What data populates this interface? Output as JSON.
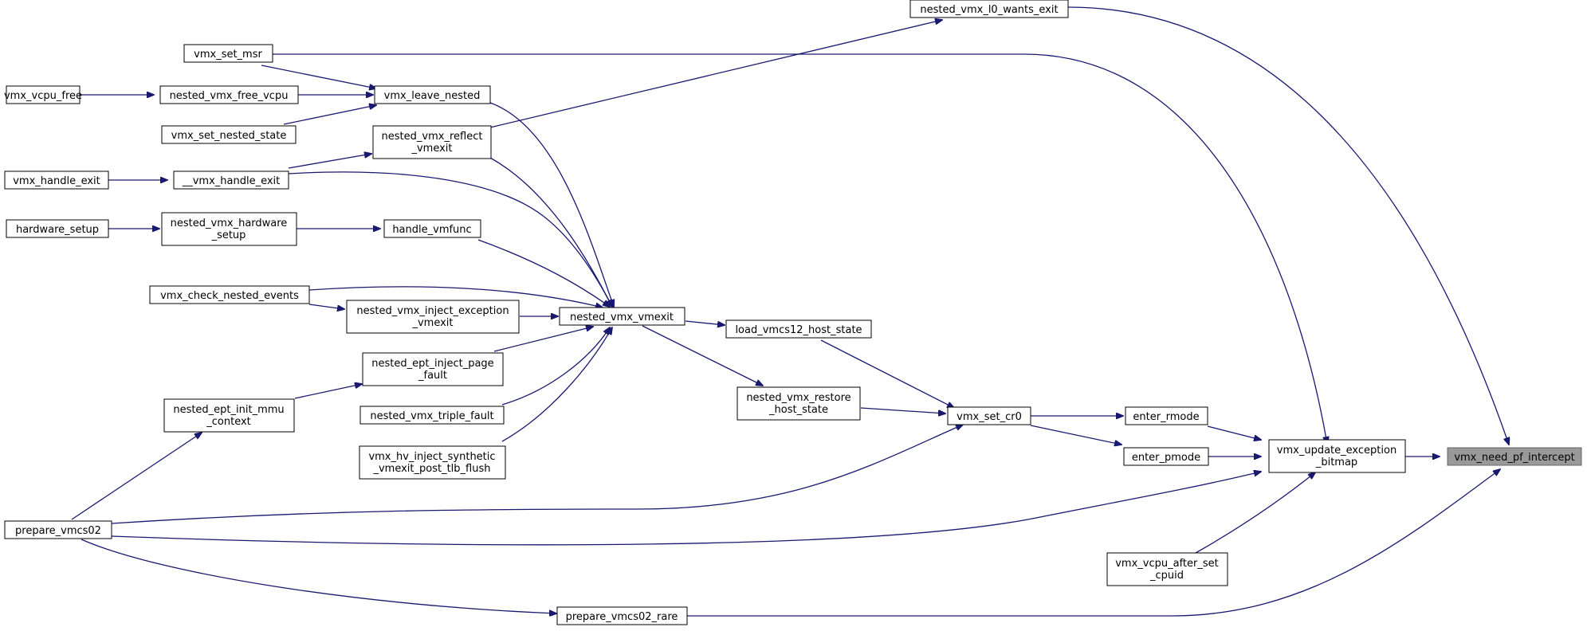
{
  "colors": {
    "edge": "#191970",
    "root_fill": "#999999",
    "node_border": "#000000"
  },
  "nodes": {
    "vmx_need_pf_intercept": [
      "vmx_need_pf_intercept"
    ],
    "vmx_update_exception_bitmap": [
      "vmx_update_exception",
      "_bitmap"
    ],
    "nested_vmx_l0_wants_exit": [
      "nested_vmx_l0_wants_exit"
    ],
    "vmx_set_msr": [
      "vmx_set_msr"
    ],
    "vmx_vcpu_free": [
      "vmx_vcpu_free"
    ],
    "nested_vmx_free_vcpu": [
      "nested_vmx_free_vcpu"
    ],
    "vmx_leave_nested": [
      "vmx_leave_nested"
    ],
    "vmx_set_nested_state": [
      "vmx_set_nested_state"
    ],
    "nested_vmx_reflect_vmexit": [
      "nested_vmx_reflect",
      "_vmexit"
    ],
    "vmx_handle_exit": [
      "vmx_handle_exit"
    ],
    "__vmx_handle_exit": [
      "__vmx_handle_exit"
    ],
    "hardware_setup": [
      "hardware_setup"
    ],
    "nested_vmx_hardware_setup": [
      "nested_vmx_hardware",
      "_setup"
    ],
    "handle_vmfunc": [
      "handle_vmfunc"
    ],
    "vmx_check_nested_events": [
      "vmx_check_nested_events"
    ],
    "nested_vmx_inject_exception_vmexit": [
      "nested_vmx_inject_exception",
      "_vmexit"
    ],
    "nested_vmx_vmexit": [
      "nested_vmx_vmexit"
    ],
    "load_vmcs12_host_state": [
      "load_vmcs12_host_state"
    ],
    "nested_ept_inject_page_fault": [
      "nested_ept_inject_page",
      "_fault"
    ],
    "nested_ept_init_mmu_context": [
      "nested_ept_init_mmu",
      "_context"
    ],
    "nested_vmx_triple_fault": [
      "nested_vmx_triple_fault"
    ],
    "vmx_hv_inject_synthetic_vmexit_post_tlb_flush": [
      "vmx_hv_inject_synthetic",
      "_vmexit_post_tlb_flush"
    ],
    "nested_vmx_restore_host_state": [
      "nested_vmx_restore",
      "_host_state"
    ],
    "vmx_set_cr0": [
      "vmx_set_cr0"
    ],
    "enter_rmode": [
      "enter_rmode"
    ],
    "enter_pmode": [
      "enter_pmode"
    ],
    "prepare_vmcs02": [
      "prepare_vmcs02"
    ],
    "vmx_vcpu_after_set_cpuid": [
      "vmx_vcpu_after_set",
      "_cpuid"
    ],
    "prepare_vmcs02_rare": [
      "prepare_vmcs02_rare"
    ]
  }
}
